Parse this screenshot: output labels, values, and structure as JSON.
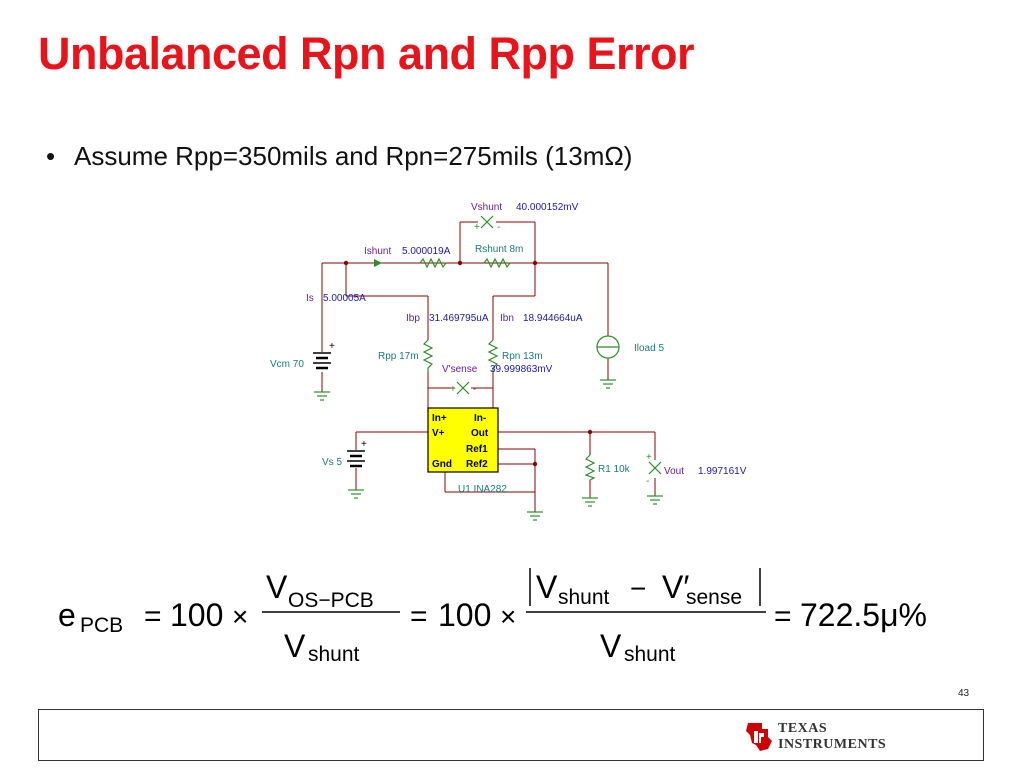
{
  "slide": {
    "title": "Unbalanced Rpn and Rpp Error",
    "bullet": "Assume Rpp=350mils and Rpn=275mils (13mΩ)",
    "page_number": "43"
  },
  "schematic": {
    "vshunt_name": "Vshunt",
    "vshunt_value": "40.000152mV",
    "ishunt_name": "Ishunt",
    "ishunt_value": "5.000019A",
    "rshunt_label": "Rshunt 8m",
    "is_name": "Is",
    "is_value": "5.00005A",
    "ibp_name": "Ibp",
    "ibp_value": "31.469795uA",
    "ibn_name": "Ibn",
    "ibn_value": "18.944664uA",
    "iload_label": "Iload 5",
    "vcm_label": "Vcm 70",
    "rpp_label": "Rpp 17m",
    "rpn_label": "Rpn 13m",
    "vsense_name": "V'sense",
    "vsense_value": "39.999863mV",
    "vs_label": "Vs 5",
    "chip_pins": {
      "in_plus": "In+",
      "in_minus": "In-",
      "v_plus": "V+",
      "out": "Out",
      "ref1": "Ref1",
      "gnd": "Gnd",
      "ref2": "Ref2"
    },
    "chip_label": "U1 INA282",
    "r1_label": "R1 10k",
    "vout_name": "Vout",
    "vout_value": "1.997161V",
    "plus": "+",
    "minus": "-"
  },
  "equation": {
    "e": "e",
    "pcb": "PCB",
    "eq": "=",
    "hundred": "100",
    "times": "×",
    "v": "V",
    "os_pcb": "OS−PCB",
    "shunt": "shunt",
    "minus": "−",
    "v_prime": "V′",
    "sense": "sense",
    "result": "722.5μ%"
  },
  "footer": {
    "brand_line1": "TEXAS",
    "brand_line2": "INSTRUMENTS",
    "colors": {
      "title_red": "#e8141c",
      "ti_red": "#cc0000",
      "chip_yellow": "#ffff00",
      "wire": "#8b0000",
      "gnd_green": "#2e8b2e"
    }
  }
}
